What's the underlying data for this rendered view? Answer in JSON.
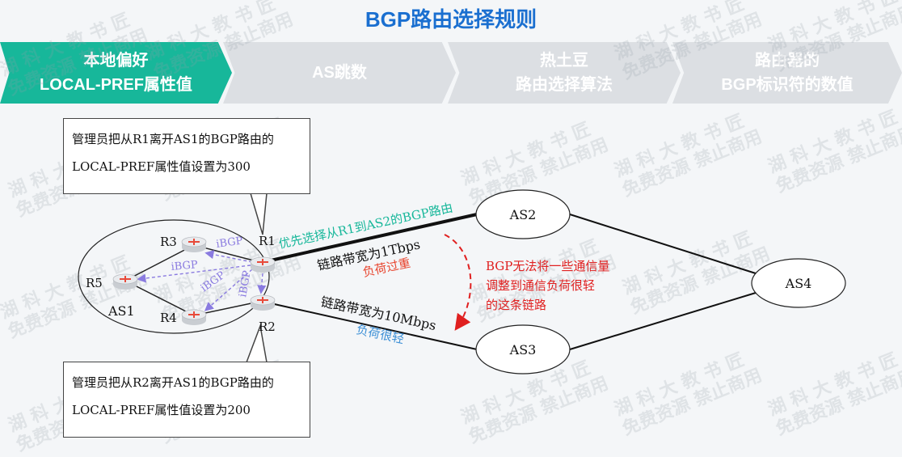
{
  "title": "BGP路由选择规则",
  "steps": [
    {
      "line1": "本地偏好",
      "line2": "LOCAL-PREF属性值"
    },
    {
      "line1": "AS跳数",
      "line2": ""
    },
    {
      "line1": "热土豆",
      "line2": "路由选择算法"
    },
    {
      "line1": "路由器的",
      "line2": "BGP标识符的数值"
    }
  ],
  "callout_top": {
    "line1": "管理员把从R1离开AS1的BGP路由的",
    "line2": "LOCAL-PREF属性值设置为300"
  },
  "callout_bottom": {
    "line1": "管理员把从R2离开AS1的BGP路由的",
    "line2": "LOCAL-PREF属性值设置为200"
  },
  "diagram": {
    "as1": "AS1",
    "as2": "AS2",
    "as3": "AS3",
    "as4": "AS4",
    "routers": {
      "r1": "R1",
      "r2": "R2",
      "r3": "R3",
      "r4": "R4",
      "r5": "R5"
    },
    "ibgp": "iBGP",
    "preferred_route": "优先选择从R1到AS2的BGP路由",
    "link1_bw": "链路带宽为1Tbps",
    "link1_load": "负荷过重",
    "link2_bw": "链路带宽为10Mbps",
    "link2_load": "负荷很轻",
    "note": [
      "BGP无法将一些通信量",
      "调整到通信负荷很轻",
      "的这条链路"
    ]
  },
  "watermark": {
    "line1": "湖 科 大 教 书 匠",
    "line2": "免费资源 禁止商用"
  },
  "colors": {
    "title": "#1a6fd0",
    "active_step": "#17b79a",
    "inactive_step": "#dcdfe3",
    "preferred": "#17b79a",
    "overload": "#e8462f",
    "light_load": "#3b8fd6",
    "ibgp": "#8a7be0",
    "note": "#e02020"
  }
}
